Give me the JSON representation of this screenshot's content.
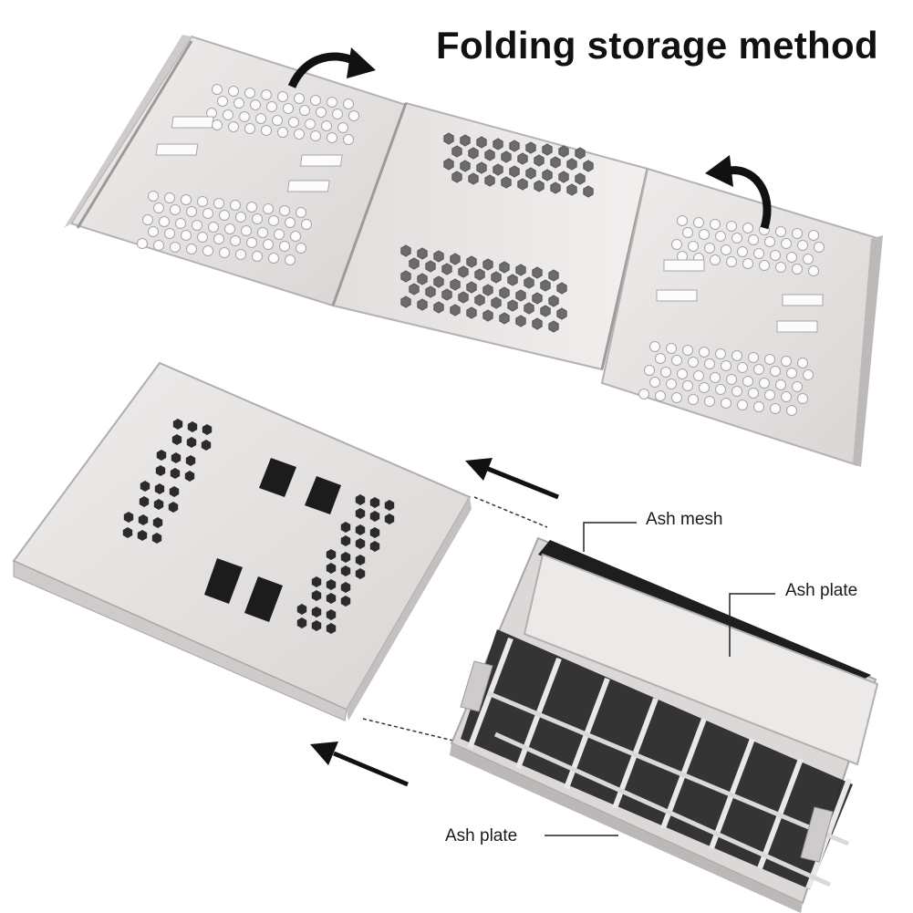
{
  "image": {
    "title": "Folding storage method",
    "callouts": {
      "ash_mesh": "Ash mesh",
      "ash_plate_top": "Ash plate",
      "ash_plate_bottom": "Ash plate"
    }
  },
  "colors": {
    "steel_light": "#e9e6e6",
    "steel_mid": "#d6d2d2",
    "steel_edge": "#b9b5b5",
    "hole_dark": "#2a2a2a",
    "arrow": "#111111"
  }
}
